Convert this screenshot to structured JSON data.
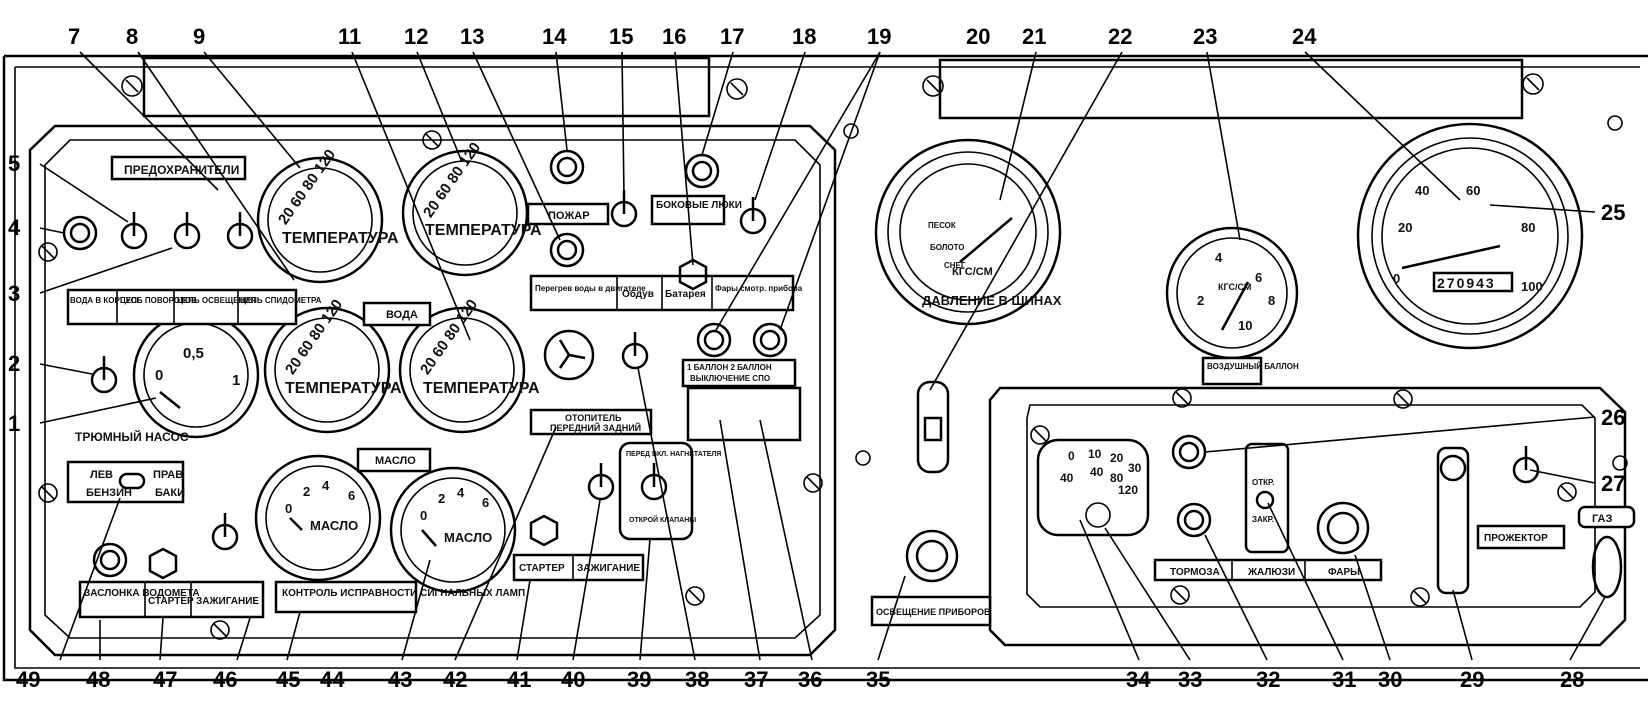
{
  "callouts": {
    "top": [
      "7",
      "8",
      "9",
      "11",
      "12",
      "13",
      "14",
      "15",
      "16",
      "17",
      "18",
      "19",
      "20",
      "21",
      "22",
      "23",
      "24"
    ],
    "left": [
      "5",
      "4",
      "3",
      "2",
      "1"
    ],
    "right": [
      "25",
      "26",
      "27"
    ],
    "bottom": [
      "49",
      "48",
      "47",
      "46",
      "45",
      "44",
      "43",
      "42",
      "41",
      "40",
      "39",
      "38",
      "37",
      "36",
      "35",
      "34",
      "33",
      "32",
      "31",
      "30",
      "29",
      "28"
    ]
  },
  "labels": {
    "fuses": "ПРЕДОХРАНИТЕЛИ",
    "water_hull": "ВОДА В КОРПУСЕ",
    "turn_circuit": "ЦЕПЬ ПОВОРОТОВ",
    "light_circuit": "ЦЕПЬ ОСВЕЩЕНИЯ",
    "speedo_circuit": "ЦЕПЬ СПИДОМЕТРА",
    "voda": "ВОДА",
    "maslo_plate": "МАСЛО",
    "bilge_pump": "ТРЮМНЫЙ НАСОС",
    "fuel_left": "ЛЕВ",
    "fuel_right": "ПРАВ",
    "fuel_gas": "БЕНЗИН",
    "fuel_tanks": "БАКИ",
    "fire": "ПОЖАР",
    "side_hatches": "БОКОВЫЕ ЛЮКИ",
    "overheat": "Перегрев воды в двигателе",
    "blow": "Обдув",
    "battery": "Батарея",
    "inspect_lights": "Фары смотр. прибора",
    "balloons": "1 БАЛЛОН  2 БАЛЛОН",
    "spo_off": "ВЫКЛЮЧЕНИЕ СПО",
    "heater": "ОТОПИТЕЛЬ",
    "front_rear": "ПЕРЕДНИЙ ЗАДНИЙ",
    "supercharger": "ПЕРЕД  ВКЛ. НАГНЕТАТЕЛЯ",
    "open_valves": "ОТКРОЙ КЛАПАНЫ",
    "starter": "СТАРТЕР",
    "ignition": "ЗАЖИГАНИЕ",
    "water_jet": "ЗАСЛОНКА ВОДОМЕТА",
    "lamp_check": "КОНТРОЛЬ ИСПРАВНОСТИ СИГНАЛЬНЫХ ЛАМП",
    "air_tank": "ВОЗДУШНЫЙ БАЛЛОН",
    "tire_pressure": "ДАВЛЕНИЕ В ШИНАХ",
    "instrument_light": "ОСВЕЩЕНИЕ ПРИБОРОВ",
    "brakes": "ТОРМОЗА",
    "blinds": "ЖАЛЮЗИ",
    "headlights": "ФАРЫ",
    "searchlight": "ПРОЖЕКТОР",
    "throttle": "ГАЗ",
    "open": "ОТКР.",
    "closed": "ЗАКР."
  },
  "gauges": {
    "temp_title": "ТЕМПЕРАТУРА",
    "temp_ticks": "20 60 80 120",
    "oil_title": "МАСЛО",
    "oil_ticks": [
      "0",
      "2",
      "4",
      "6"
    ],
    "bilge_ticks": [
      "0",
      "0,5",
      "1"
    ],
    "tire_unit": "КГС/СМ",
    "tire_sand": "ПЕСОК",
    "tire_swamp": "БОЛОТО",
    "tire_snow": "СНЕГ",
    "air_unit": "КГС/СМ",
    "air_ticks": [
      "2",
      "4",
      "6",
      "8",
      "10"
    ],
    "speedo_ticks": [
      "0",
      "20",
      "40",
      "60",
      "80",
      "100"
    ],
    "odometer": "270943",
    "ampere_ticks_outer": [
      "0",
      "10",
      "20",
      "30"
    ],
    "ampere_ticks_inner": [
      "40",
      "40",
      "80",
      "120"
    ]
  }
}
